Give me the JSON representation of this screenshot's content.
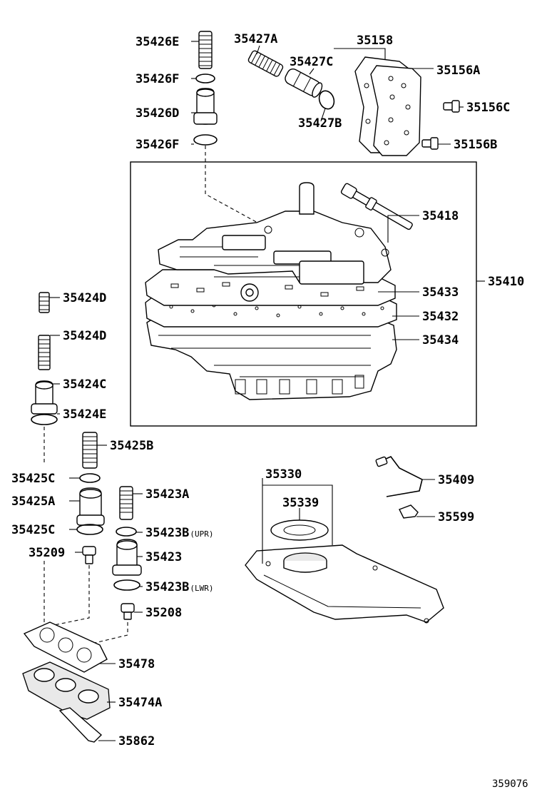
{
  "diagram": {
    "catalog_number": "359076",
    "labels": [
      {
        "id": "35426E",
        "text": "35426E"
      },
      {
        "id": "35426F_top",
        "text": "35426F"
      },
      {
        "id": "35426D",
        "text": "35426D"
      },
      {
        "id": "35426F_bottom",
        "text": "35426F"
      },
      {
        "id": "35427A",
        "text": "35427A"
      },
      {
        "id": "35427C",
        "text": "35427C"
      },
      {
        "id": "35427B",
        "text": "35427B"
      },
      {
        "id": "35158",
        "text": "35158"
      },
      {
        "id": "35156A",
        "text": "35156A"
      },
      {
        "id": "35156C",
        "text": "35156C"
      },
      {
        "id": "35156B",
        "text": "35156B"
      },
      {
        "id": "35418",
        "text": "35418"
      },
      {
        "id": "35410",
        "text": "35410"
      },
      {
        "id": "35433",
        "text": "35433"
      },
      {
        "id": "35432",
        "text": "35432"
      },
      {
        "id": "35434",
        "text": "35434"
      },
      {
        "id": "35424D_top",
        "text": "35424D"
      },
      {
        "id": "35424D_bottom",
        "text": "35424D"
      },
      {
        "id": "35424C",
        "text": "35424C"
      },
      {
        "id": "35424E",
        "text": "35424E"
      },
      {
        "id": "35425B",
        "text": "35425B"
      },
      {
        "id": "35425C_top",
        "text": "35425C"
      },
      {
        "id": "35425A",
        "text": "35425A"
      },
      {
        "id": "35425C_bottom",
        "text": "35425C"
      },
      {
        "id": "35209",
        "text": "35209"
      },
      {
        "id": "35423A",
        "text": "35423A"
      },
      {
        "id": "35423B_upr",
        "text": "35423B",
        "suffix": "(UPR)"
      },
      {
        "id": "35423",
        "text": "35423"
      },
      {
        "id": "35423B_lwr",
        "text": "35423B",
        "suffix": "(LWR)"
      },
      {
        "id": "35208",
        "text": "35208"
      },
      {
        "id": "35330",
        "text": "35330"
      },
      {
        "id": "35339",
        "text": "35339"
      },
      {
        "id": "35409",
        "text": "35409"
      },
      {
        "id": "35599",
        "text": "35599"
      },
      {
        "id": "35478",
        "text": "35478"
      },
      {
        "id": "35474A",
        "text": "35474A"
      },
      {
        "id": "35862",
        "text": "35862"
      }
    ]
  }
}
